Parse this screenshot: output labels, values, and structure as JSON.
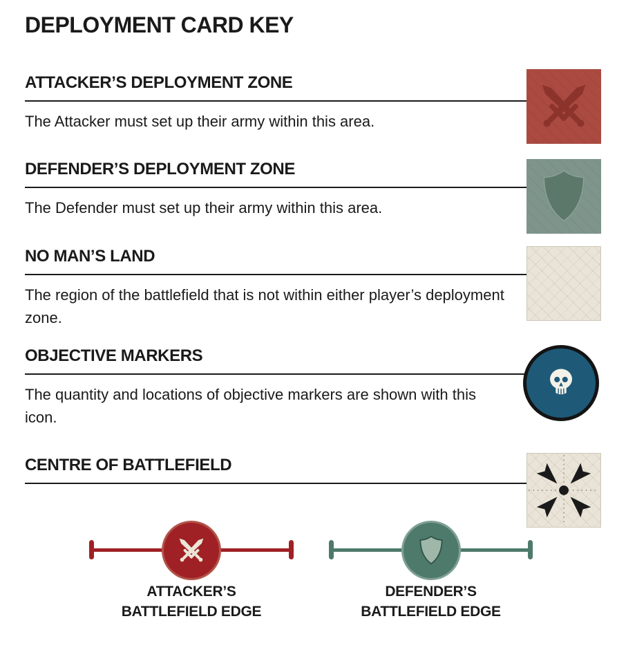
{
  "title": "DEPLOYMENT CARD KEY",
  "sections": [
    {
      "heading": "ATTACKER’S DEPLOYMENT ZONE",
      "description": "The Attacker must set up their army within this area.",
      "icon": "crossed-swords-square-icon"
    },
    {
      "heading": "DEFENDER’S DEPLOYMENT ZONE",
      "description": "The Defender must set up their army within this area.",
      "icon": "shield-square-icon"
    },
    {
      "heading": "NO MAN’S LAND",
      "description": "The region of the battlefield that is not within either player’s deployment zone.",
      "icon": "textured-square-icon"
    },
    {
      "heading": "OBJECTIVE MARKERS",
      "description": "The quantity and locations of objective markers are shown with this icon.",
      "icon": "skull-roundel-icon"
    },
    {
      "heading": "CENTRE OF BATTLEFIELD",
      "description": "",
      "icon": "centre-convergence-icon"
    }
  ],
  "edges": [
    {
      "label_line1": "ATTACKER’S",
      "label_line2": "BATTLEFIELD EDGE",
      "icon": "crossed-swords-roundel-icon"
    },
    {
      "label_line1": "DEFENDER’S",
      "label_line2": "BATTLEFIELD EDGE",
      "icon": "shield-roundel-icon"
    }
  ],
  "colors": {
    "text": "#1A1A1A",
    "rule": "#1A1A1A",
    "attacker_zone_bg": "#AA4A40",
    "attacker_zone_glyph": "#8C332B",
    "defender_zone_bg": "#7E958B",
    "defender_zone_glyph": "#5C786B",
    "defender_zone_glyph_outline": "#8EA397",
    "no_mans_land_bg": "#E9E4D7",
    "centre_bg": "#E9E4D7",
    "centre_glyph": "#1A1A1A",
    "centre_dash": "#9B9484",
    "objective_bg": "#1E5A78",
    "objective_ring": "#141414",
    "skull": "#F4F1E8",
    "attacker_edge": "#A02125",
    "attacker_edge_ring": "#B2544B",
    "defender_edge": "#4E7A6B",
    "defender_edge_ring": "#7FA092",
    "edge_sword": "#EDE6D8",
    "edge_shield": "#9FB7A9",
    "edge_shield_outline": "#2F5448"
  }
}
